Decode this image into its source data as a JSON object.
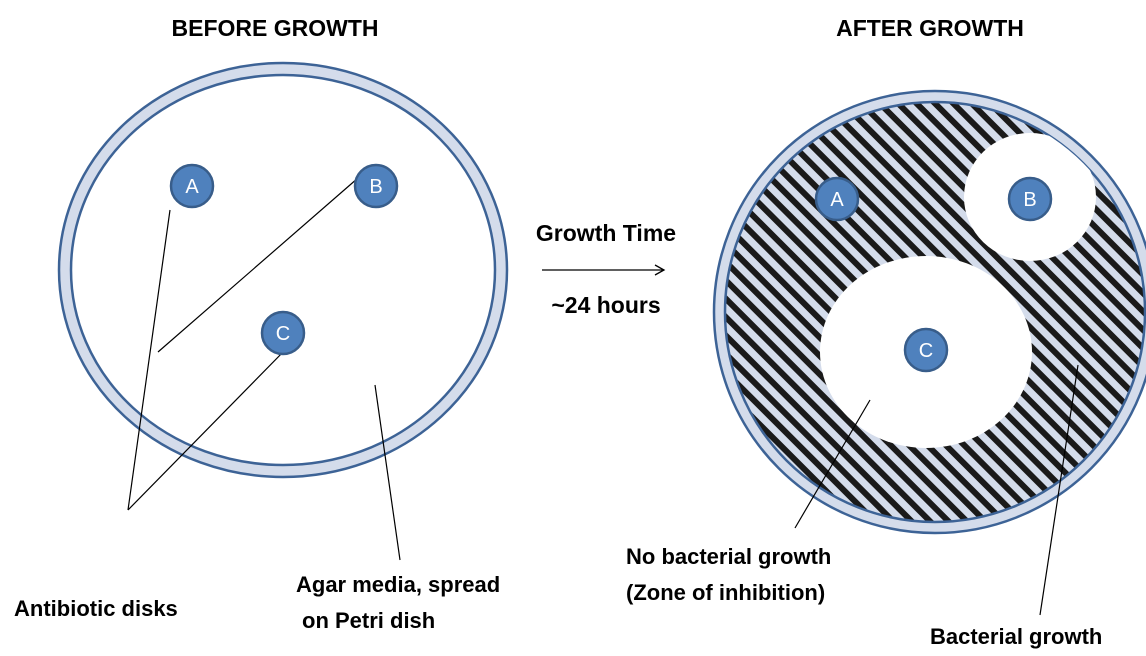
{
  "titles": {
    "before": "BEFORE GROWTH",
    "after": "AFTER GROWTH"
  },
  "arrow": {
    "label_top": "Growth Time",
    "label_bottom": "~24 hours"
  },
  "disks": {
    "a": "A",
    "b": "B",
    "c": "C"
  },
  "callouts": {
    "antibiotic_disks": "Antibiotic disks",
    "agar_line1": "Agar media, spread",
    "agar_line2": "on Petri dish",
    "no_growth_line1": "No bacterial growth",
    "no_growth_line2": "(Zone of inhibition)",
    "bacterial_growth": "Bacterial growth"
  },
  "colors": {
    "dish_ring": "#d4dceb",
    "dish_outline": "#3d6396",
    "disk_fill": "#4f81bd",
    "disk_stroke": "#385d8a",
    "stripe_bg": "#d4dceb",
    "stripe": "#1a1a1a"
  }
}
